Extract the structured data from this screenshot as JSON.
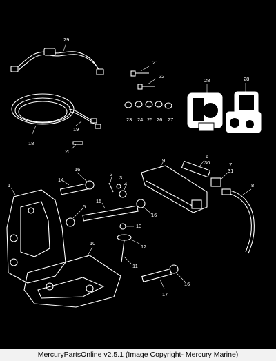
{
  "diagram": {
    "callouts": [
      "29",
      "21",
      "22",
      "28",
      "28",
      "23",
      "24",
      "25",
      "26",
      "27",
      "19",
      "18",
      "20",
      "6",
      "30",
      "7",
      "31",
      "9",
      "16",
      "2",
      "3",
      "4",
      "1",
      "14",
      "5",
      "15",
      "16",
      "13",
      "12",
      "10",
      "11",
      "8",
      "17",
      "16"
    ]
  },
  "footer": {
    "text": "MercuryPartsOnline v2.5.1 (Image Copyright- Mercury Marine)"
  }
}
